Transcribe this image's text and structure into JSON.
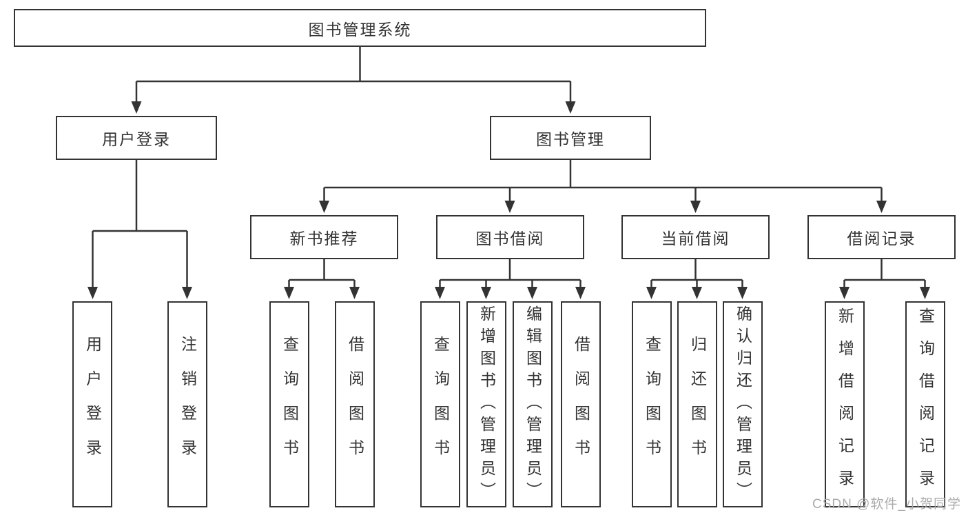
{
  "tree": {
    "label": "图书管理系统",
    "children": [
      {
        "label": "用户登录",
        "children": [
          {
            "label": "用户登录"
          },
          {
            "label": "注销登录"
          }
        ]
      },
      {
        "label": "图书管理",
        "children": [
          {
            "label": "新书推荐",
            "children": [
              {
                "label": "查询图书"
              },
              {
                "label": "借阅图书"
              }
            ]
          },
          {
            "label": "图书借阅",
            "children": [
              {
                "label": "查询图书"
              },
              {
                "label": "新增图书（管理员）"
              },
              {
                "label": "编辑图书（管理员）"
              },
              {
                "label": "借阅图书"
              }
            ]
          },
          {
            "label": "当前借阅",
            "children": [
              {
                "label": "查询图书"
              },
              {
                "label": "归还图书"
              },
              {
                "label": "确认归还（管理员）"
              }
            ]
          },
          {
            "label": "借阅记录",
            "children": [
              {
                "label": "新增借阅记录"
              },
              {
                "label": "查询借阅记录"
              }
            ]
          }
        ]
      }
    ]
  },
  "watermark": {
    "text": "CSDN @软件_小贺同学"
  },
  "colors": {
    "line": "#333333",
    "box_border": "#333333",
    "text": "#333333",
    "watermark": "#ababab",
    "background": "#ffffff"
  }
}
